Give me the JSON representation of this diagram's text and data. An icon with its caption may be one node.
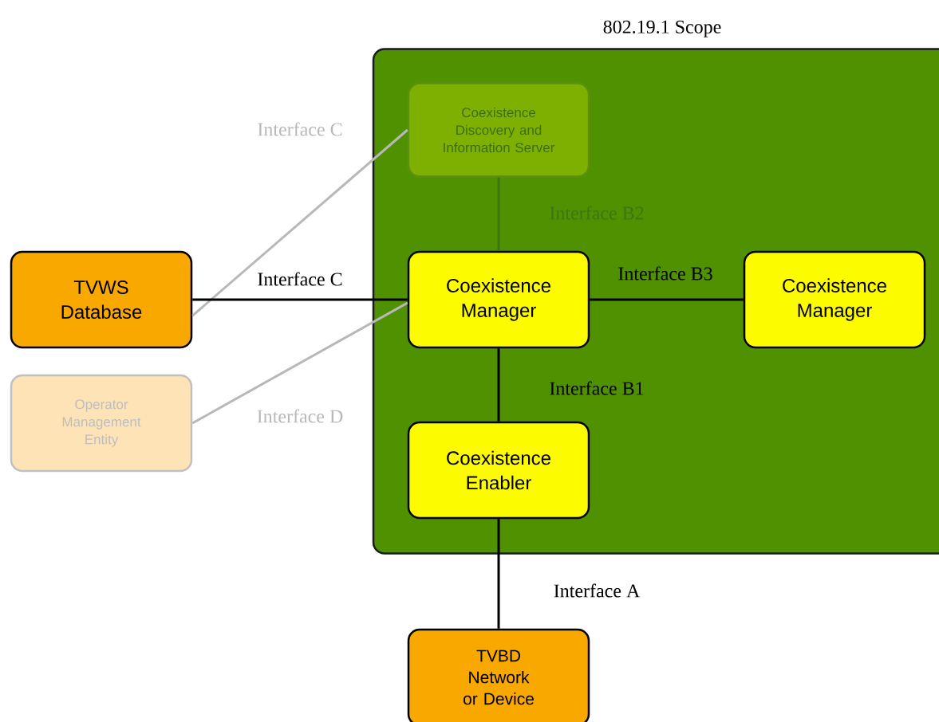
{
  "diagram": {
    "nodes": [
      {
        "text": [
          "802.19.1 Scope"
        ]
      },
      {
        "text": [
          "Coexistence Discovery and Information Server"
        ],
        "in": 0
      },
      {
        "text": [
          "Coexistence Manager"
        ],
        "in": 0
      },
      {
        "text": [
          "Coexistence Manager"
        ],
        "in": 0
      },
      {
        "text": [
          "Coexistence Enabler"
        ],
        "in": 0
      },
      {
        "text": [
          "TVWS Database"
        ]
      },
      {
        "text": [
          "Operator Management Entity"
        ]
      },
      {
        "text": [
          "TVBD Network or Device"
        ]
      }
    ],
    "edges": [
      {
        "from": 5,
        "to": 1,
        "arrow": "none",
        "label": "Interface C",
        "color": "#b8b8b8"
      },
      {
        "from": 5,
        "to": 2,
        "arrow": "none",
        "label": "Interface C"
      },
      {
        "from": 6,
        "to": 2,
        "arrow": "none",
        "label": "Interface D",
        "color": "#b8b8b8"
      },
      {
        "from": 1,
        "to": 2,
        "arrow": "none",
        "label": "Interface B2",
        "color": "#3d7510"
      },
      {
        "from": 2,
        "to": 3,
        "arrow": "none",
        "label": "Interface B3"
      },
      {
        "from": 2,
        "to": 4,
        "arrow": "none",
        "label": "Interface B1"
      },
      {
        "from": 4,
        "to": 7,
        "arrow": "none",
        "label": "Interface A"
      }
    ]
  }
}
